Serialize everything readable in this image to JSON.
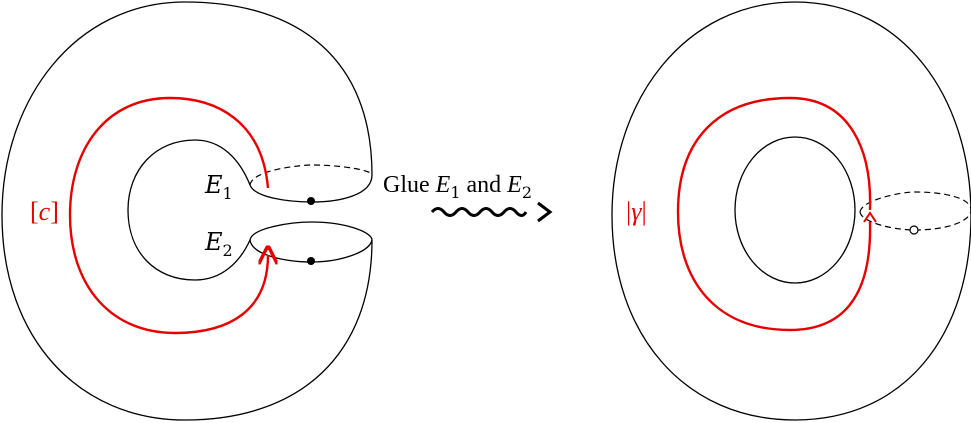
{
  "colors": {
    "outline": "#000000",
    "path": "#e60000"
  },
  "left_figure": {
    "label_E1": {
      "base": "E",
      "sub": "1"
    },
    "label_E2": {
      "base": "E",
      "sub": "2"
    },
    "curve_label": {
      "open": "[",
      "var": "c",
      "close": "]"
    }
  },
  "arrow": {
    "caption_prefix": "Glue ",
    "E1": {
      "base": "E",
      "sub": "1"
    },
    "caption_mid": " and ",
    "E2": {
      "base": "E",
      "sub": "2"
    }
  },
  "right_figure": {
    "curve_label": {
      "open": "|",
      "var": "γ",
      "close": "|"
    }
  }
}
